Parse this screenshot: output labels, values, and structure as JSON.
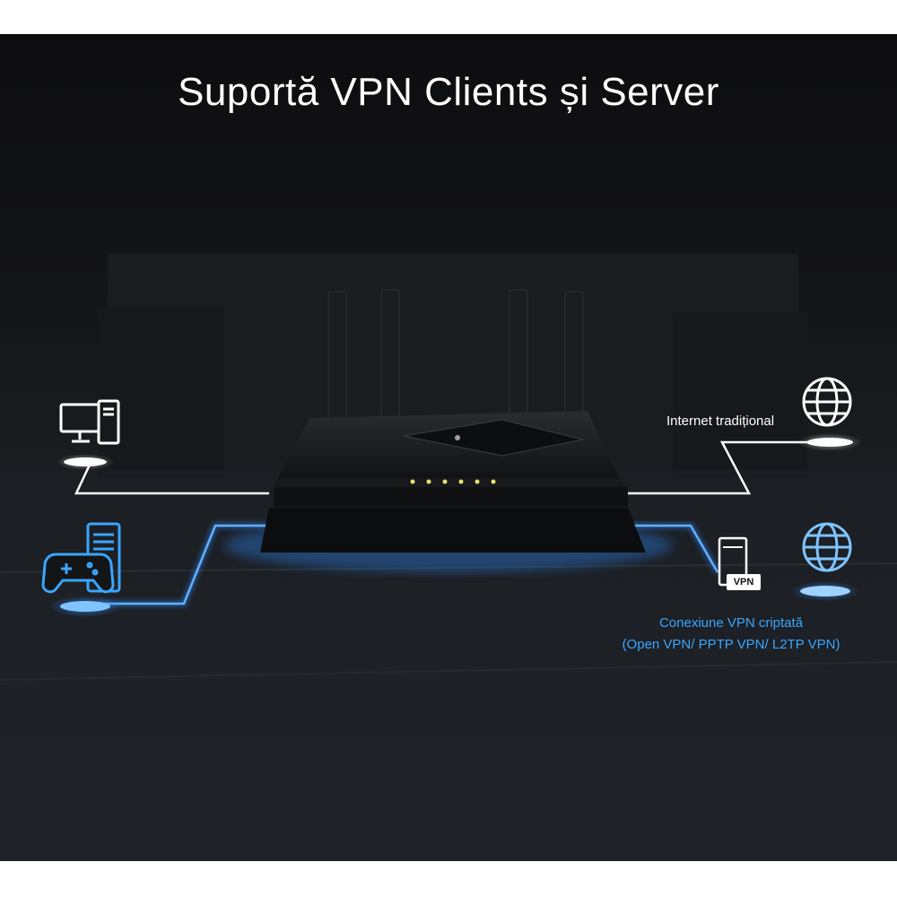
{
  "title": "Suportă VPN Clients și Server",
  "labels": {
    "internet": "Internet tradițional",
    "vpn_line1": "Conexiune VPN criptată",
    "vpn_line2": "(Open VPN/ PPTP VPN/ L2TP VPN)",
    "vpn_badge": "VPN"
  },
  "colors": {
    "background": "#141517",
    "line_white": "#ffffff",
    "line_blue": "#2f8cff",
    "text_blue": "#3aa6ff"
  },
  "icons": [
    "desktop-pc-icon",
    "gamepad-pc-icon",
    "globe-icon",
    "vpn-server-icon",
    "router"
  ]
}
